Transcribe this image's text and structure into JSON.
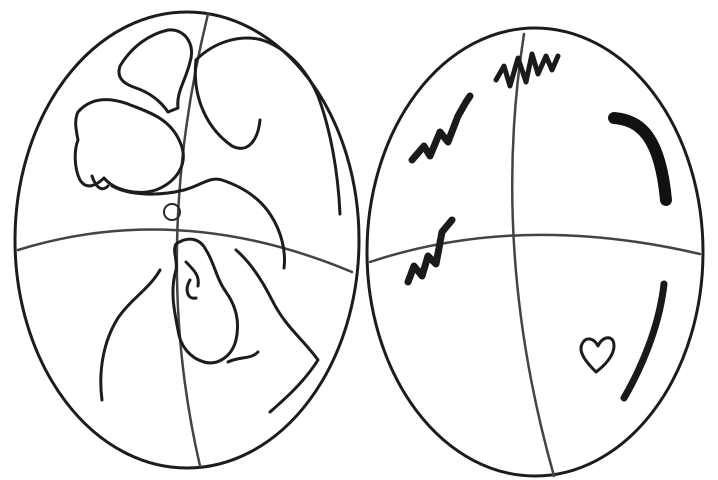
{
  "figure": {
    "panels": [
      {
        "id": "left-globe",
        "content": "continent-outlines"
      },
      {
        "id": "right-globe",
        "content": "scribble-marks"
      }
    ],
    "colors": {
      "ink": "#1c1c1c",
      "grid": "#444444",
      "background": "#ffffff"
    }
  }
}
